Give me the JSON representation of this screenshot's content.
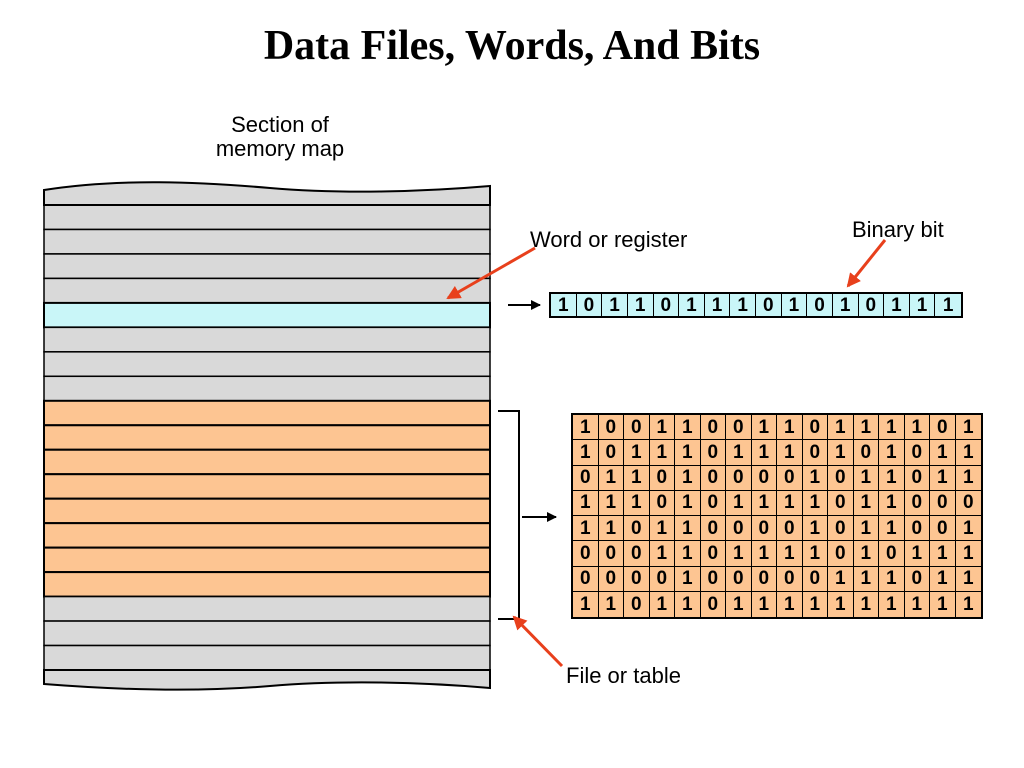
{
  "title": "Data Files, Words, And Bits",
  "labels": {
    "section": "Section of memory map",
    "word": "Word or register",
    "bit": "Binary bit",
    "file": "File or table"
  },
  "colors": {
    "gray_row": "#d9d9d9",
    "word_row": "#c9f6f8",
    "file_row": "#fdc592",
    "arrow": "#e8401c",
    "line": "#000000"
  },
  "memory_map": {
    "rows_top_gray": 4,
    "rows_word": 1,
    "rows_mid_gray": 3,
    "rows_file": 8,
    "rows_bottom_gray": 3
  },
  "word_bits": [
    "1",
    "0",
    "1",
    "1",
    "0",
    "1",
    "1",
    "1",
    "0",
    "1",
    "0",
    "1",
    "0",
    "1",
    "1",
    "1"
  ],
  "file_bits": [
    [
      "1",
      "0",
      "0",
      "1",
      "1",
      "0",
      "0",
      "1",
      "1",
      "0",
      "1",
      "1",
      "1",
      "1",
      "0",
      "1"
    ],
    [
      "1",
      "0",
      "1",
      "1",
      "1",
      "0",
      "1",
      "1",
      "1",
      "0",
      "1",
      "0",
      "1",
      "0",
      "1",
      "1"
    ],
    [
      "0",
      "1",
      "1",
      "0",
      "1",
      "0",
      "0",
      "0",
      "0",
      "1",
      "0",
      "1",
      "1",
      "0",
      "1",
      "1"
    ],
    [
      "1",
      "1",
      "1",
      "0",
      "1",
      "0",
      "1",
      "1",
      "1",
      "1",
      "0",
      "1",
      "1",
      "0",
      "0",
      "0"
    ],
    [
      "1",
      "1",
      "0",
      "1",
      "1",
      "0",
      "0",
      "0",
      "0",
      "1",
      "0",
      "1",
      "1",
      "0",
      "0",
      "1"
    ],
    [
      "0",
      "0",
      "0",
      "1",
      "1",
      "0",
      "1",
      "1",
      "1",
      "1",
      "0",
      "1",
      "0",
      "1",
      "1",
      "1"
    ],
    [
      "0",
      "0",
      "0",
      "0",
      "1",
      "0",
      "0",
      "0",
      "0",
      "0",
      "1",
      "1",
      "1",
      "0",
      "1",
      "1"
    ],
    [
      "1",
      "1",
      "0",
      "1",
      "1",
      "0",
      "1",
      "1",
      "1",
      "1",
      "1",
      "1",
      "1",
      "1",
      "1",
      "1"
    ]
  ]
}
